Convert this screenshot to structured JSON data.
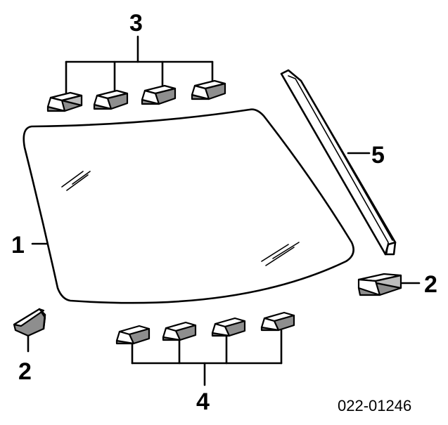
{
  "diagram": {
    "part_number": "022-01246",
    "callouts": {
      "windshield_glass": "1",
      "spacer_left": "2",
      "spacer_right": "2",
      "upper_stoppers": "3",
      "lower_stoppers": "4",
      "side_molding": "5"
    }
  }
}
